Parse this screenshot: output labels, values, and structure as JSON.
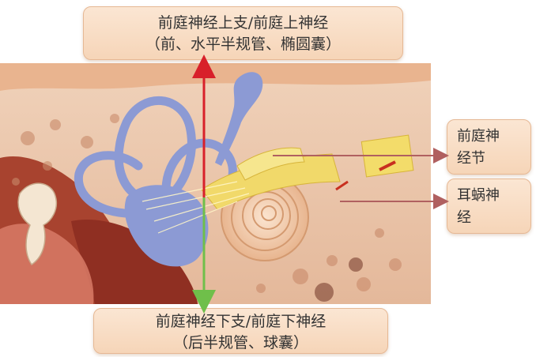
{
  "labels": {
    "superior": {
      "line1": "前庭神经上支/前庭上神经",
      "line2": "（前、水平半规管、椭圆囊）"
    },
    "inferior": {
      "line1": "前庭神经下支/前庭下神经",
      "line2": "（后半规管、球囊）"
    },
    "ganglion": {
      "line1": "前庭神",
      "line2": "经节"
    },
    "cochlear": {
      "line1": "耳蜗神",
      "line2": "经"
    }
  },
  "colors": {
    "callout_bg": "#f6d5b8",
    "arrow_superior": "#d8202a",
    "arrow_inferior": "#6fbf4a",
    "arrow_side": "#b06060",
    "semicircular_canal": "#8c9ad4",
    "cochlea": "#f3d0b0",
    "nerve": "#f1d96a"
  }
}
